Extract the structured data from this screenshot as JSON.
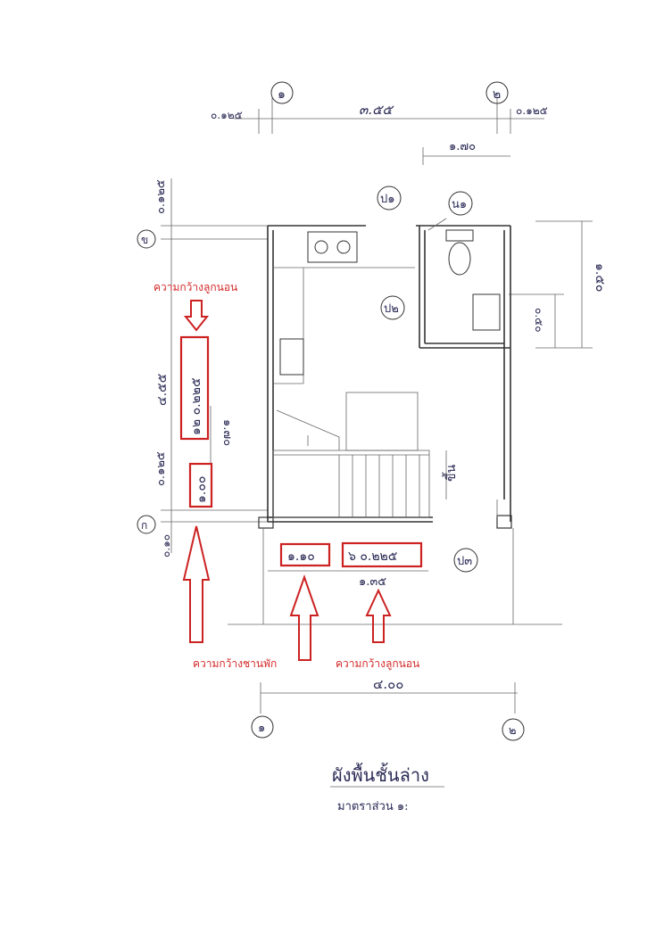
{
  "dimensions": {
    "top_total": "๓.๕๕",
    "top_left_offset": "๐.๑๒๕",
    "top_right_offset": "๐.๑๒๕",
    "top_sub": "๑.๗๐",
    "right_tall": "๑.๕๐",
    "right_short": "๐.๕๐",
    "left_top": "๐.๑๒๕",
    "left_mid": "๔.๕๕",
    "left_mid2": "๐.๑๒๕",
    "left_bottom": "๐.๑๐",
    "stair_vertical": "๑.๗๐",
    "bottom_total": "๔.๐๐",
    "bottom_right": "๑.๓๕"
  },
  "boxes": {
    "vertical_tread": "๑๒ ๐.๒๒๕",
    "vertical_landing": "๑.๐๐",
    "landing_width": "๑.๑๐",
    "tread_horizontal": "๖ ๐.๒๒๕"
  },
  "annotations": {
    "tread_width_top": "ความกว้างลูกนอน",
    "landing_width": "ความกว้างชานพัก",
    "tread_width_bottom": "ความกว้างลูกนอน"
  },
  "grid": {
    "axis_1_top": "๑",
    "axis_2_top": "๒",
    "axis_1_bottom": "๑",
    "axis_2_bottom": "๒",
    "axis_a": "ก",
    "axis_b": "ข"
  },
  "rooms": {
    "p1": "ป๑",
    "p2": "ป๒",
    "p3": "ป๓",
    "n1": "น๑",
    "stair_up": "ขึ้น"
  },
  "title": {
    "main": "ผังพื้นชั้นล่าง",
    "scale": "มาตราส่วน ๑:"
  }
}
